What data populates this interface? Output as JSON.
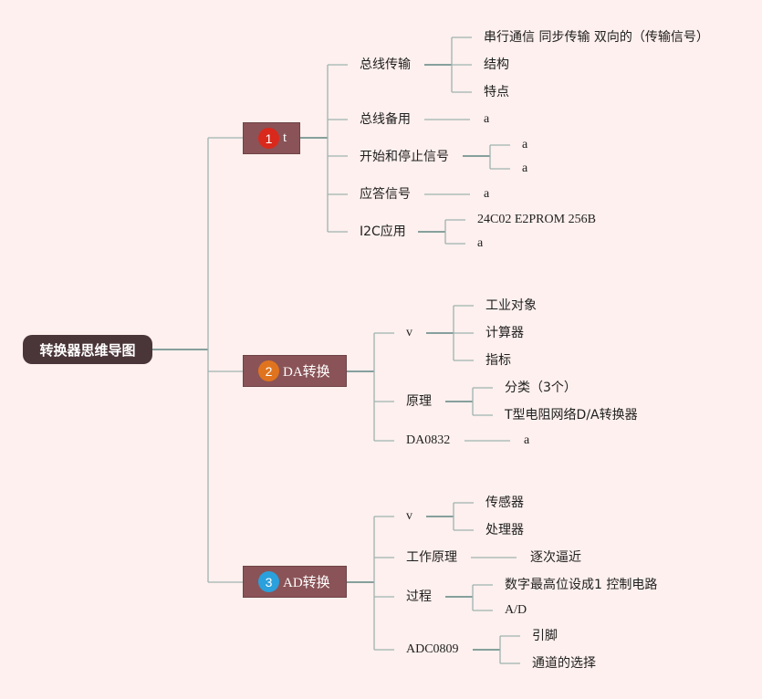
{
  "root": "转换器思维导图",
  "colors": {
    "background": "#fdf0ee",
    "root": "#4a3538",
    "branch": "#8a5357",
    "line": "#9fb3b0",
    "badge1": "#d9291c",
    "badge2": "#e0741e",
    "badge3": "#2aa0dd"
  },
  "branches": [
    {
      "num": "1",
      "label": "t",
      "children": [
        {
          "label": "总线传输",
          "children": [
            "串行通信 同步传输 双向的（传输信号）",
            "结构",
            "特点"
          ]
        },
        {
          "label": "总线备用",
          "children": [
            "a"
          ]
        },
        {
          "label": "开始和停止信号",
          "children": [
            "a",
            "a"
          ]
        },
        {
          "label": "应答信号",
          "children": [
            "a"
          ]
        },
        {
          "label": "I2C应用",
          "children": [
            "24C02 E2PROM 256B",
            "a"
          ]
        }
      ]
    },
    {
      "num": "2",
      "label": "DA转换",
      "children": [
        {
          "label": "v",
          "children": [
            "工业对象",
            "计算器",
            "指标"
          ]
        },
        {
          "label": "原理",
          "children": [
            "分类（3个）",
            "T型电阻网络D/A转换器"
          ]
        },
        {
          "label": "DA0832",
          "children": [
            "a"
          ]
        }
      ]
    },
    {
      "num": "3",
      "label": "AD转换",
      "children": [
        {
          "label": "v",
          "children": [
            "传感器",
            "处理器"
          ]
        },
        {
          "label": "工作原理",
          "children": [
            "逐次逼近"
          ]
        },
        {
          "label": "过程",
          "children": [
            "数字最高位设成1 控制电路",
            "A/D"
          ]
        },
        {
          "label": "ADC0809",
          "children": [
            "引脚",
            "通道的选择"
          ]
        }
      ]
    }
  ]
}
